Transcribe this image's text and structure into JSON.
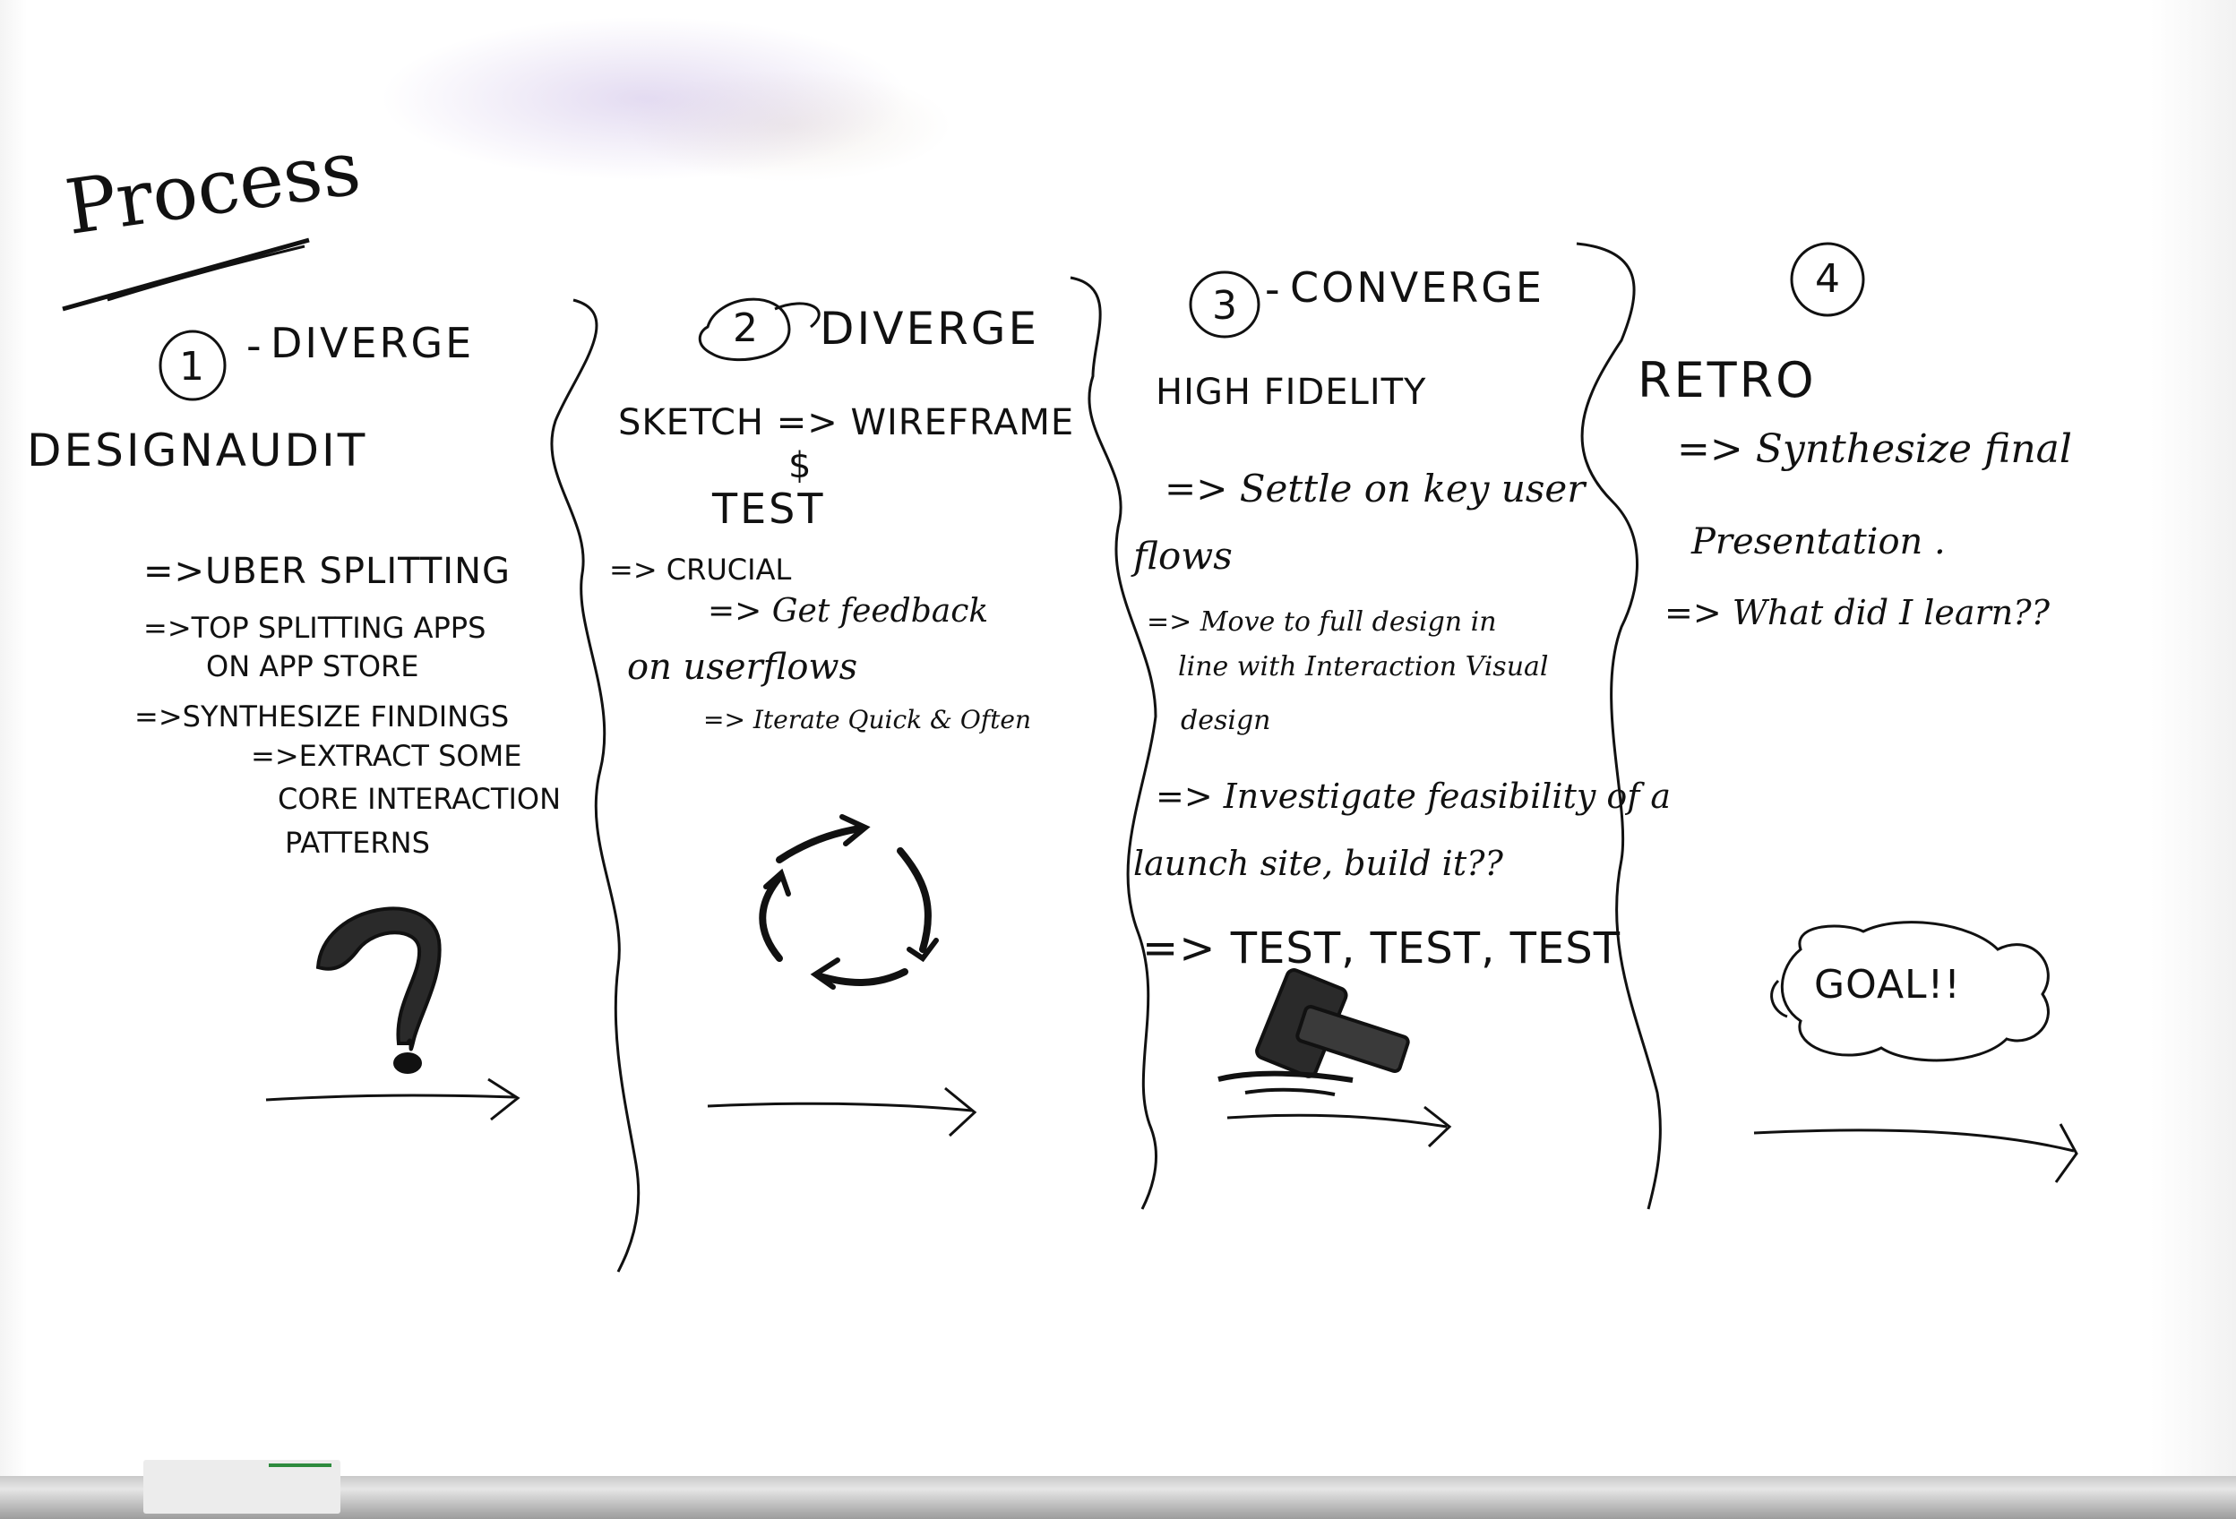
{
  "title": "Process",
  "phases": [
    {
      "number": "1",
      "name": "DIVERGE",
      "prefix": "-",
      "heading": "DESIGNAUDIT",
      "lines": [
        "=>UBER SPLITTING",
        "=>TOP SPLITTING APPS",
        "ON APP STORE",
        "=>SYNTHESIZE FINDINGS",
        "=>EXTRACT SOME",
        "CORE INTERACTION",
        "PATTERNS"
      ],
      "icon": "question-mark"
    },
    {
      "number": "2",
      "name": "DIVERGE",
      "prefix": "",
      "heading": "SKETCH => WIREFRAME",
      "subheading_amp": "$",
      "subheading": "TEST",
      "lines": [
        "=> CRUCIAL",
        "=> Get feedback",
        "on userflows",
        "=> Iterate Quick & Often"
      ],
      "icon": "cycle-arrows"
    },
    {
      "number": "3",
      "name": "CONVERGE",
      "prefix": "-",
      "heading": "HIGH FIDELITY",
      "lines": [
        "=> Settle on key user",
        "flows",
        "=> Move to full design in",
        "line with Interaction Visual",
        "design",
        "=> Investigate feasibility of a",
        "launch site, build it??",
        "=> TEST, TEST, TEST"
      ],
      "icon": "gavel"
    },
    {
      "number": "4",
      "name": "",
      "prefix": "",
      "heading": "RETRO",
      "lines": [
        "=> Synthesize final",
        "Presentation .",
        "=> What did I learn??"
      ],
      "goal": "GOAL!!",
      "icon": "cloud"
    }
  ],
  "ink_color": "#111111"
}
